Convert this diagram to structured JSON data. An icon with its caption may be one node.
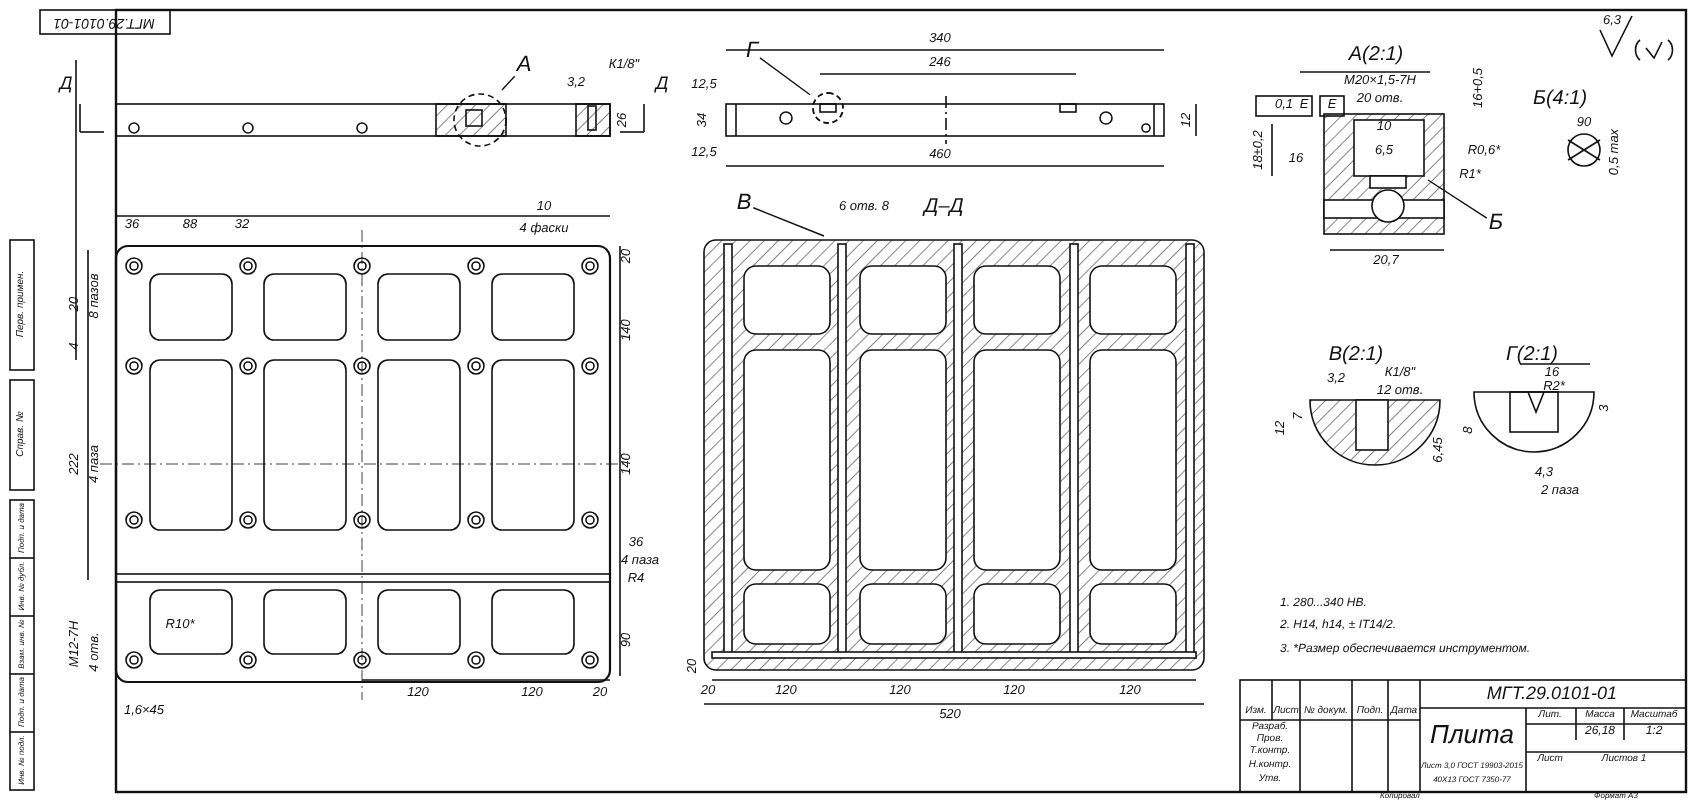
{
  "diagram": {
    "nodes": [
      {
        "text": [
          "А"
        ]
      },
      {
        "text": [
          "Г"
        ]
      },
      {
        "text": [
          "В"
        ]
      },
      {
        "text": [
          "Б"
        ]
      },
      {
        "text": [],
        "shape": "circle"
      }
    ],
    "edges": [
      {
        "from": 0,
        "to": null,
        "arrow": "none"
      },
      {
        "from": 1,
        "to": 4,
        "arrow": "none"
      },
      {
        "from": 2,
        "to": null,
        "arrow": "none"
      },
      {
        "from": 3,
        "to": null,
        "arrow": "none"
      }
    ],
    "labels": [
      "МГТ.29.0101-01",
      "Д",
      "Д",
      "К1/8\"",
      "3,2",
      "26",
      "340",
      "246",
      "12,5",
      "34",
      "12,5",
      "460",
      "12",
      "6 отв. 8",
      "Д–Д",
      "36",
      "88",
      "32",
      "10",
      "4 фаски",
      "20",
      "20",
      "8 пазов",
      "4",
      "140",
      "222",
      "4 паза",
      "140",
      "36",
      "4 паза",
      "R4",
      "90",
      "M12-7H",
      "4 отв.",
      "R10*",
      "1,6×45",
      "120",
      "120",
      "20",
      "20",
      "20",
      "120",
      "120",
      "120",
      "120",
      "520",
      "6,3",
      "А(2:1)",
      "0,1",
      "Е",
      "Е",
      "М20×1,5-7Н",
      "20 отв.",
      "16+0,5",
      "18±0,2",
      "16",
      "10",
      "6,5",
      "R0,6*",
      "R1*",
      "20,7",
      "Б(4:1)",
      "90",
      "0,5 max",
      "В(2:1)",
      "К1/8\"",
      "12 отв.",
      "3,2",
      "12",
      "7",
      "6,45",
      "Г(2:1)",
      "16",
      "R2*",
      "3",
      "8",
      "4,3",
      "2 паза",
      "1. 280...340 HB.",
      "2. H14, h14, ± IT14/2.",
      "3. *Размер обеспечивается инструментом.",
      "МГТ.29.0101-01",
      "Плита",
      "Лит.",
      "Масса",
      "Масштаб",
      "26,18",
      "1:2",
      "Лист",
      "Листов 1",
      "Лист 3,0 ГОСТ 19903-2015",
      "40Х13 ГОСТ 7350-77",
      "Изм.",
      "Лист",
      "№ докум.",
      "Подп.",
      "Дата",
      "Разраб.",
      "Пров.",
      "Т.контр.",
      "Н.контр.",
      "Утв.",
      "Копировал",
      "Формат А3",
      "Перв. примен.",
      "Справ. №",
      "Подп. и дата",
      "Инв. № дубл.",
      "Взам. инв. №",
      "Подп. и дата",
      "Инв. № подл."
    ]
  }
}
